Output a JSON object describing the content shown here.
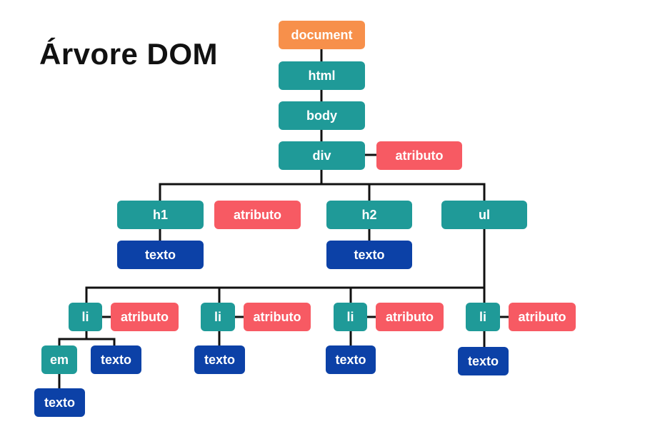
{
  "title": "Árvore DOM",
  "colors": {
    "document": "#f7904b",
    "element": "#1f9a98",
    "attribute": "#f75a63",
    "text": "#0c41a7",
    "edge": "#111111"
  },
  "nodes": {
    "document": "document",
    "html": "html",
    "body": "body",
    "div": "div",
    "div_attr": "atributo",
    "h1": "h1",
    "h1_attr": "atributo",
    "h1_text": "texto",
    "h2": "h2",
    "h2_text": "texto",
    "ul": "ul",
    "li1": "li",
    "li1_attr": "atributo",
    "em": "em",
    "em_text": "texto",
    "li1_text": "texto",
    "li2": "li",
    "li2_attr": "atributo",
    "li2_text": "texto",
    "li3": "li",
    "li3_attr": "atributo",
    "li3_text": "texto",
    "li4": "li",
    "li4_attr": "atributo",
    "li4_text": "texto"
  }
}
